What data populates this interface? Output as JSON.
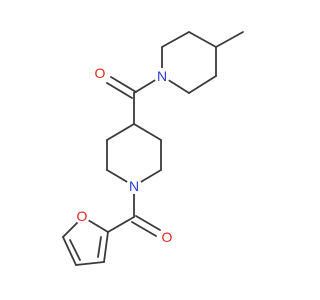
{
  "molecule": {
    "atoms": {
      "n_top": {
        "label": "N",
        "color": "#2a3fd6"
      },
      "n_mid": {
        "label": "N",
        "color": "#2a3fd6"
      },
      "o_upper": {
        "label": "O",
        "color": "#e0261d"
      },
      "o_lower": {
        "label": "O",
        "color": "#e0261d"
      },
      "o_furan": {
        "label": "O",
        "color": "#e0261d"
      }
    },
    "bond_color": "#3a3a3a"
  }
}
